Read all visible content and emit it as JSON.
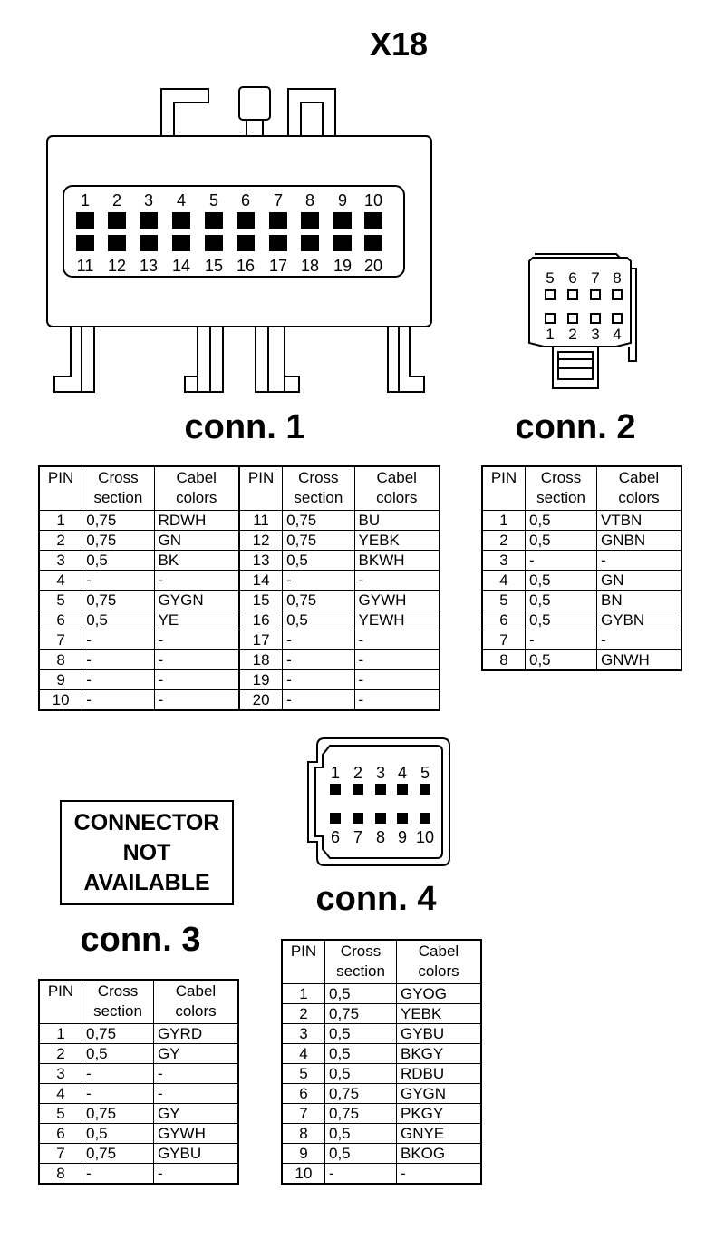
{
  "title": "X18",
  "connectors": [
    {
      "label": "conn. 1",
      "pin_numbers_top": [
        "1",
        "2",
        "3",
        "4",
        "5",
        "6",
        "7",
        "8",
        "9",
        "10"
      ],
      "pin_numbers_bottom": [
        "11",
        "12",
        "13",
        "14",
        "15",
        "16",
        "17",
        "18",
        "19",
        "20"
      ],
      "headers": [
        "PIN",
        "Cross section",
        "Cabel colors"
      ],
      "rows": [
        [
          "1",
          "0,75",
          "RDWH",
          "11",
          "0,75",
          "BU"
        ],
        [
          "2",
          "0,75",
          "GN",
          "12",
          "0,75",
          "YEBK"
        ],
        [
          "3",
          "0,5",
          "BK",
          "13",
          "0,5",
          "BKWH"
        ],
        [
          "4",
          "-",
          "-",
          "14",
          "-",
          "-"
        ],
        [
          "5",
          "0,75",
          "GYGN",
          "15",
          "0,75",
          "GYWH"
        ],
        [
          "6",
          "0,5",
          "YE",
          "16",
          "0,5",
          "YEWH"
        ],
        [
          "7",
          "-",
          "-",
          "17",
          "-",
          "-"
        ],
        [
          "8",
          "-",
          "-",
          "18",
          "-",
          "-"
        ],
        [
          "9",
          "-",
          "-",
          "19",
          "-",
          "-"
        ],
        [
          "10",
          "-",
          "-",
          "20",
          "-",
          "-"
        ]
      ]
    },
    {
      "label": "conn. 2",
      "pin_numbers_top": [
        "5",
        "6",
        "7",
        "8"
      ],
      "pin_numbers_bottom": [
        "1",
        "2",
        "3",
        "4"
      ],
      "headers": [
        "PIN",
        "Cross section",
        "Cabel colors"
      ],
      "rows": [
        [
          "1",
          "0,5",
          "VTBN"
        ],
        [
          "2",
          "0,5",
          "GNBN"
        ],
        [
          "3",
          "-",
          "-"
        ],
        [
          "4",
          "0,5",
          "GN"
        ],
        [
          "5",
          "0,5",
          "BN"
        ],
        [
          "6",
          "0,5",
          "GYBN"
        ],
        [
          "7",
          "-",
          "-"
        ],
        [
          "8",
          "0,5",
          "GNWH"
        ]
      ]
    },
    {
      "label": "conn. 3",
      "note": [
        "CONNECTOR",
        "NOT",
        "AVAILABLE"
      ],
      "headers": [
        "PIN",
        "Cross section",
        "Cabel colors"
      ],
      "rows": [
        [
          "1",
          "0,75",
          "GYRD"
        ],
        [
          "2",
          "0,5",
          "GY"
        ],
        [
          "3",
          "-",
          "-"
        ],
        [
          "4",
          "-",
          "-"
        ],
        [
          "5",
          "0,75",
          "GY"
        ],
        [
          "6",
          "0,5",
          "GYWH"
        ],
        [
          "7",
          "0,75",
          "GYBU"
        ],
        [
          "8",
          "-",
          "-"
        ]
      ]
    },
    {
      "label": "conn. 4",
      "pin_numbers_top": [
        "1",
        "2",
        "3",
        "4",
        "5"
      ],
      "pin_numbers_bottom": [
        "6",
        "7",
        "8",
        "9",
        "10"
      ],
      "headers": [
        "PIN",
        "Cross section",
        "Cabel colors"
      ],
      "rows": [
        [
          "1",
          "0,5",
          "GYOG"
        ],
        [
          "2",
          "0,75",
          "YEBK"
        ],
        [
          "3",
          "0,5",
          "GYBU"
        ],
        [
          "4",
          "0,5",
          "BKGY"
        ],
        [
          "5",
          "0,5",
          "RDBU"
        ],
        [
          "6",
          "0,75",
          "GYGN"
        ],
        [
          "7",
          "0,75",
          "PKGY"
        ],
        [
          "8",
          "0,5",
          "GNYE"
        ],
        [
          "9",
          "0,5",
          "BKOG"
        ],
        [
          "10",
          "-",
          "-"
        ]
      ]
    }
  ]
}
